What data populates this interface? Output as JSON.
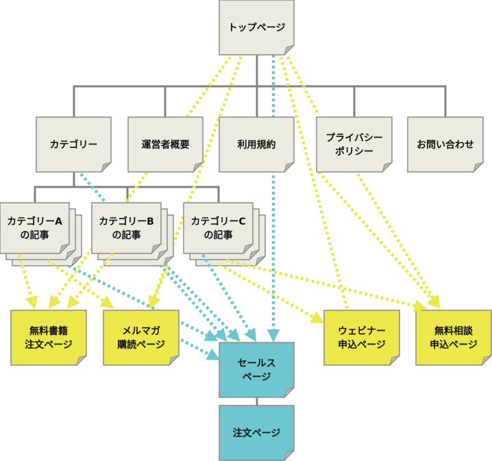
{
  "diagram": {
    "colors": {
      "page": "#ecebe1",
      "cta": "#ece84a",
      "sales": "#6ec6d0",
      "tree_line": "#808080",
      "border": "#8a8a8a",
      "yellow_link": "#ece84a",
      "cyan_link": "#6ec6d0"
    },
    "nodes": [
      {
        "id": "top",
        "type": "page",
        "lines": [
          "トップページ"
        ]
      },
      {
        "id": "category",
        "type": "page",
        "lines": [
          "カテゴリー"
        ]
      },
      {
        "id": "operator",
        "type": "page",
        "lines": [
          "運営者概要"
        ]
      },
      {
        "id": "terms",
        "type": "page",
        "lines": [
          "利用規約"
        ]
      },
      {
        "id": "privacy",
        "type": "page",
        "lines": [
          "プライバシー",
          "ポリシー"
        ]
      },
      {
        "id": "contact",
        "type": "page",
        "lines": [
          "お問い合わせ"
        ]
      },
      {
        "id": "artA",
        "type": "stack",
        "lines": [
          "カテゴリーA",
          "の記事"
        ]
      },
      {
        "id": "artB",
        "type": "stack",
        "lines": [
          "カテゴリーB",
          "の記事"
        ]
      },
      {
        "id": "artC",
        "type": "stack",
        "lines": [
          "カテゴリーC",
          "の記事"
        ]
      },
      {
        "id": "freebook",
        "type": "cta",
        "lines": [
          "無料書籍",
          "注文ページ"
        ]
      },
      {
        "id": "mailmag",
        "type": "cta",
        "lines": [
          "メルマガ",
          "購読ページ"
        ]
      },
      {
        "id": "sales",
        "type": "sales",
        "lines": [
          "セールス",
          "ページ"
        ]
      },
      {
        "id": "webinar",
        "type": "cta",
        "lines": [
          "ウェビナー",
          "申込ページ"
        ]
      },
      {
        "id": "consult",
        "type": "cta",
        "lines": [
          "無料相談",
          "申込ページ"
        ]
      },
      {
        "id": "order",
        "type": "sales",
        "lines": [
          "注文ページ"
        ]
      }
    ],
    "tree_edges": [
      [
        "top",
        "category"
      ],
      [
        "top",
        "operator"
      ],
      [
        "top",
        "terms"
      ],
      [
        "top",
        "privacy"
      ],
      [
        "top",
        "contact"
      ],
      [
        "category",
        "artA"
      ],
      [
        "category",
        "artB"
      ],
      [
        "category",
        "artC"
      ],
      [
        "sales",
        "order"
      ]
    ],
    "links": [
      {
        "from": "top",
        "to": "freebook",
        "style": "yellow"
      },
      {
        "from": "top",
        "to": "mailmag",
        "style": "yellow"
      },
      {
        "from": "top",
        "to": "webinar",
        "style": "yellow"
      },
      {
        "from": "top",
        "to": "consult",
        "style": "yellow"
      },
      {
        "from": "top",
        "to": "sales",
        "style": "cyan"
      },
      {
        "from": "category",
        "to": "sales",
        "style": "cyan"
      },
      {
        "from": "privacy",
        "to": "consult",
        "style": "yellow"
      },
      {
        "from": "artA",
        "to": "freebook",
        "style": "yellow"
      },
      {
        "from": "artA",
        "to": "mailmag",
        "style": "yellow"
      },
      {
        "from": "artA",
        "to": "sales",
        "style": "cyan"
      },
      {
        "from": "artB",
        "to": "freebook",
        "style": "yellow"
      },
      {
        "from": "artB",
        "to": "mailmag",
        "style": "yellow"
      },
      {
        "from": "artB",
        "to": "sales",
        "style": "cyan"
      },
      {
        "from": "artC",
        "to": "webinar",
        "style": "yellow"
      },
      {
        "from": "artC",
        "to": "consult",
        "style": "yellow"
      },
      {
        "from": "artC",
        "to": "sales",
        "style": "cyan"
      },
      {
        "from": "mailmag",
        "to": "sales",
        "style": "cyan"
      }
    ]
  }
}
